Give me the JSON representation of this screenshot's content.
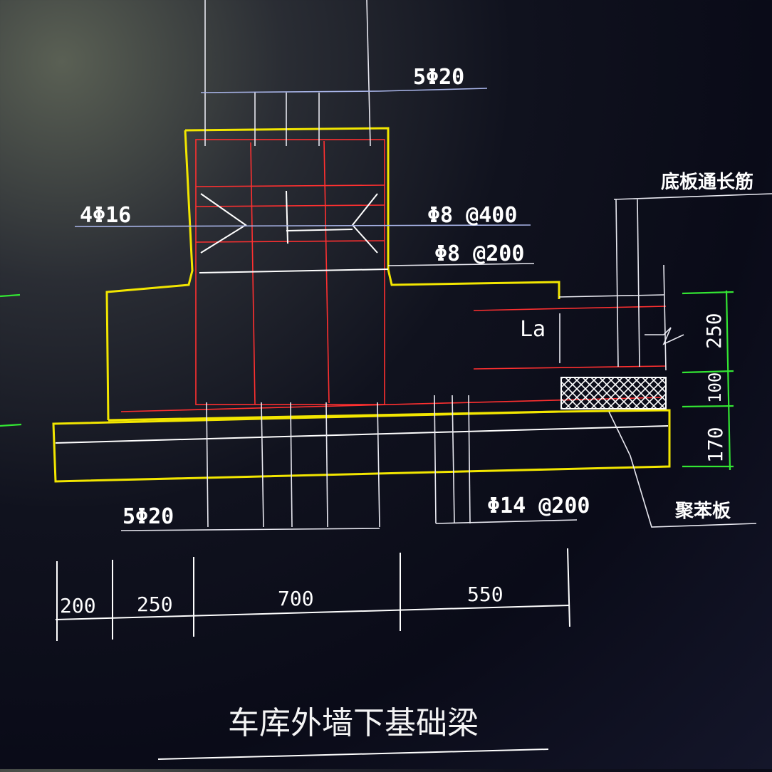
{
  "labels": {
    "top_bars": "5Φ20",
    "side_bars": "4Φ16",
    "tie_upper": "Φ8 @400",
    "tie_lower": "Φ8 @200",
    "bottom_bars": "5Φ20",
    "slab_bars": "Φ14 @200",
    "anchorage": "La",
    "slab_long_bars": "底板通长筋",
    "foam_board": "聚苯板"
  },
  "dimensions": {
    "horizontal": [
      "200",
      "250",
      "700",
      "550"
    ],
    "vertical": [
      "250",
      "100",
      "170"
    ]
  },
  "title": "车库外墙下基础梁",
  "colors": {
    "background": "#0a0b18",
    "concrete_outline": "#f2e600",
    "rebar": "#ff3030",
    "leader": "#e8e8f0",
    "leader_blue": "#a8b4e8",
    "dimension_green": "#33e633",
    "foam_hatch": "#ffffff"
  }
}
